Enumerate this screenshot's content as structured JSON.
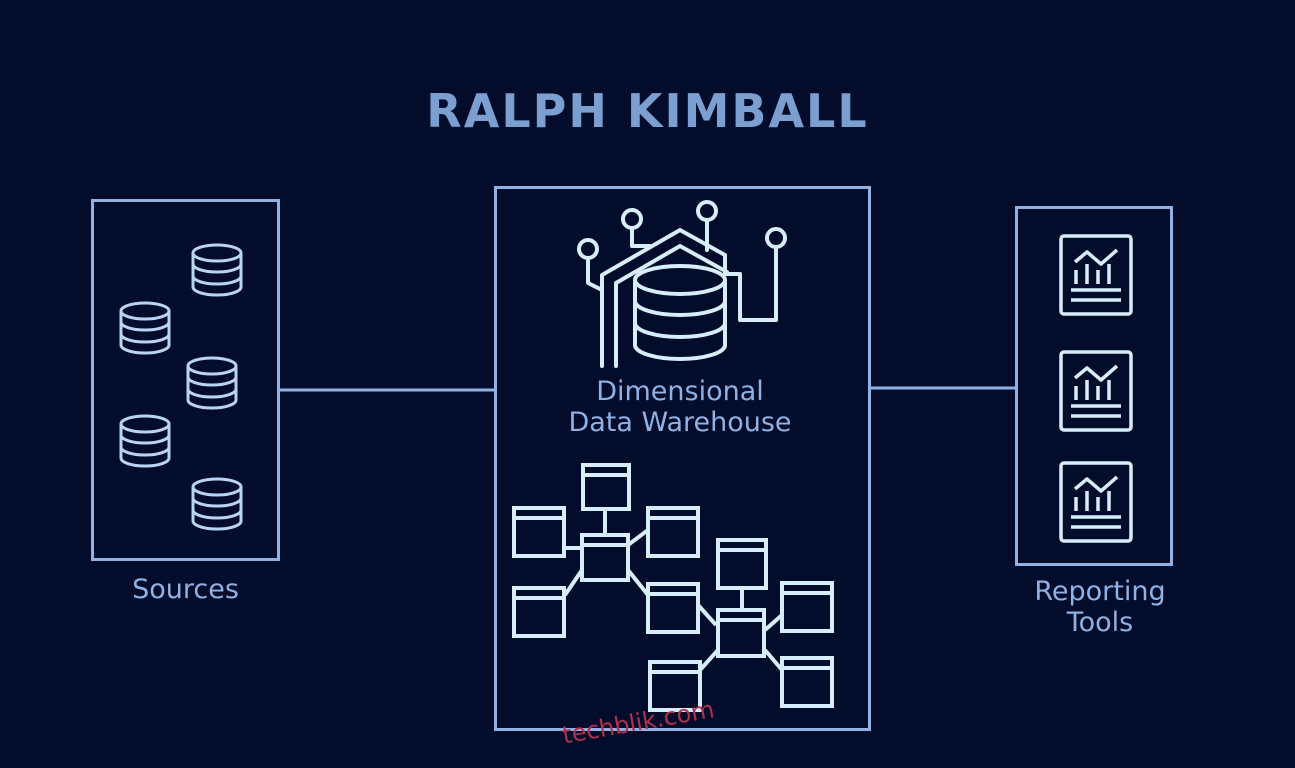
{
  "title": "RALPH KIMBALL",
  "sources": {
    "label": "Sources"
  },
  "warehouse": {
    "label_line1": "Dimensional",
    "label_line2": "Data Warehouse"
  },
  "reporting": {
    "label_line1": "Reporting",
    "label_line2": "Tools"
  },
  "watermark": "techblik.com",
  "colors": {
    "background": "#040c2c",
    "line": "#8fb1e3",
    "title": "#7b9fd0",
    "schema": "#d6eefa",
    "watermark": "#b0314a"
  }
}
